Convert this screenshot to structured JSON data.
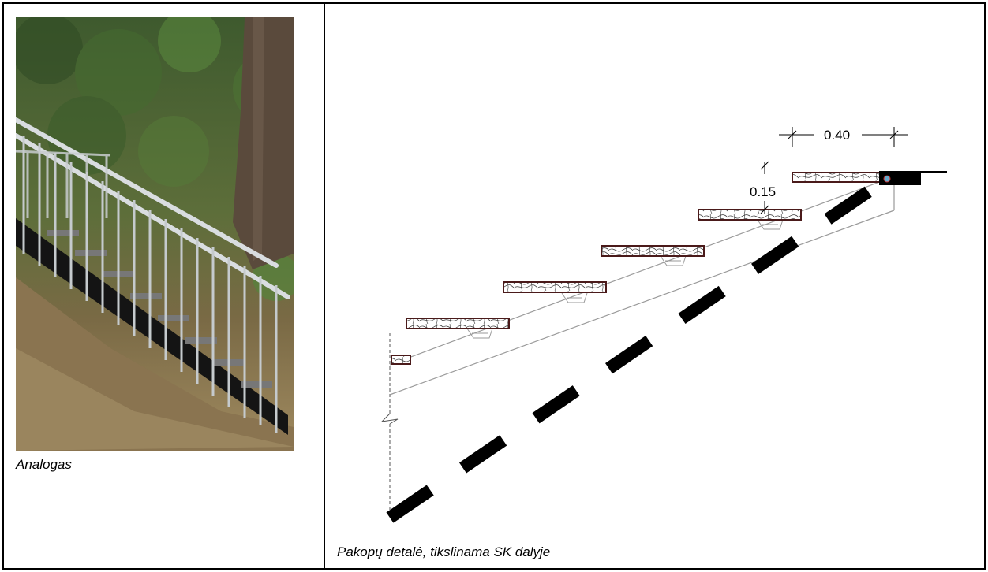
{
  "left_panel": {
    "caption": "Analogas"
  },
  "right_panel": {
    "caption": "Pakopų detalė, tikslinama SK dalyje",
    "dimensions": {
      "tread_depth": "0.40",
      "riser_height": "0.15"
    }
  },
  "colors": {
    "tread_outline": "#4a1a1a",
    "beam": "#000000",
    "stringer": "#9a9a9a"
  }
}
